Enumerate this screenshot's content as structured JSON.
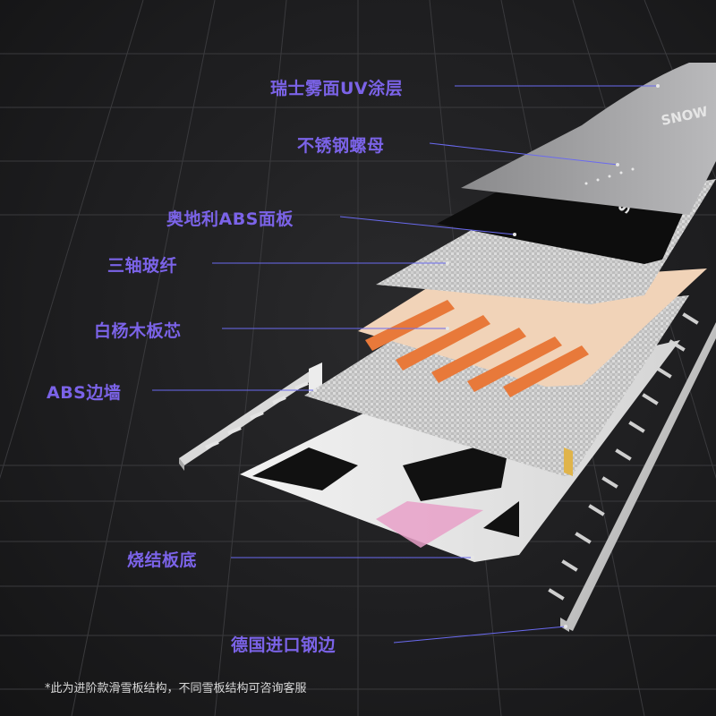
{
  "labels": {
    "uv_coating": "瑞士雾面UV涂层",
    "stainless_nuts": "不锈钢螺母",
    "abs_topsheet": "奥地利ABS面板",
    "triaxial_fiberglass": "三轴玻纤",
    "poplar_core": "白杨木板芯",
    "abs_sidewall": "ABS边墙",
    "sintered_base": "烧结板底",
    "steel_edge": "德国进口钢边"
  },
  "footnote": "*此为进阶款滑雪板结构，不同雪板结构可咨询客服",
  "colors": {
    "label": "#7b63e8",
    "background": "#1c1c1e",
    "wood": "#e8793a",
    "base_accent": "#e8a0c8"
  }
}
